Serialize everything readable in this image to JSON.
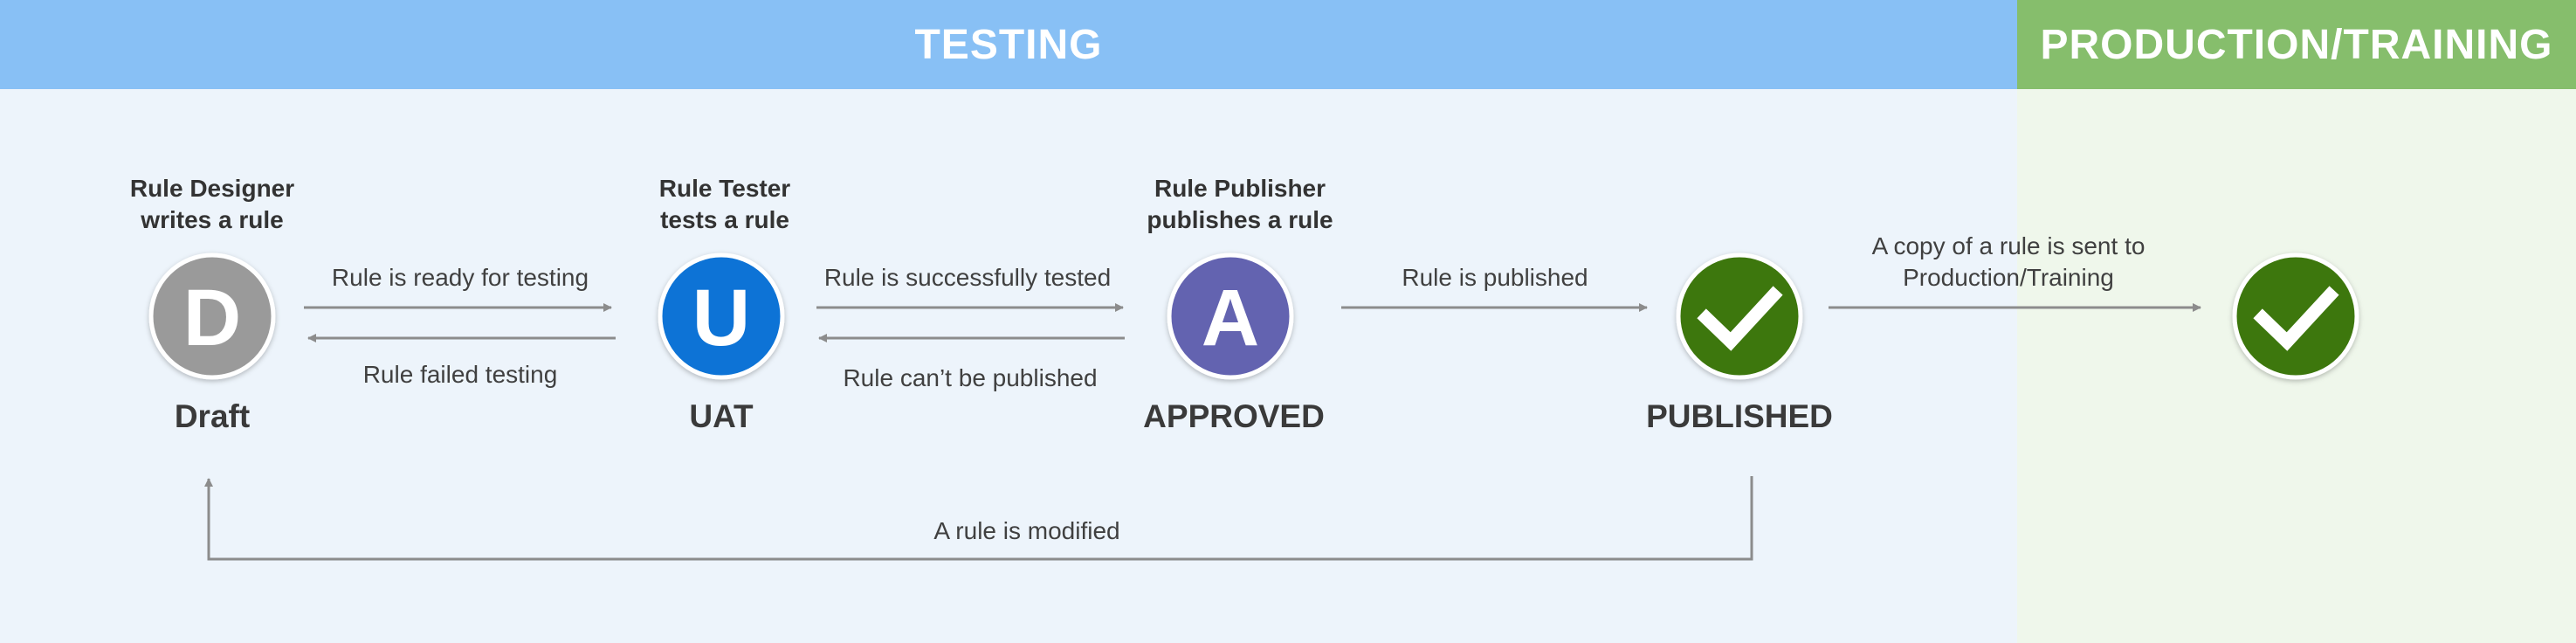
{
  "zones": {
    "testing_title": "TESTING",
    "production_title": "PRODUCTION/TRAINING",
    "testing_color": "#88c0f5",
    "production_color": "#86be6c"
  },
  "stages": [
    {
      "id": "draft",
      "letter": "D",
      "role_line1": "Rule Designer",
      "role_line2": "writes a rule",
      "state": "Draft",
      "color": "#9a9a9a"
    },
    {
      "id": "uat",
      "letter": "U",
      "role_line1": "Rule Tester",
      "role_line2": "tests a rule",
      "state": "UAT",
      "color": "#0a73d6"
    },
    {
      "id": "approved",
      "letter": "A",
      "role_line1": "Rule Publisher",
      "role_line2": "publishes a rule",
      "state": "APPROVED",
      "color": "#6363b0"
    },
    {
      "id": "published",
      "icon": "checkmark-icon",
      "state": "PUBLISHED",
      "color": "#3e770e"
    },
    {
      "id": "production",
      "icon": "checkmark-icon",
      "color": "#3e770e"
    }
  ],
  "transitions": {
    "draft_to_uat": "Rule is ready for testing",
    "uat_to_draft": "Rule failed testing",
    "uat_to_approved": "Rule is successfully tested",
    "approved_to_uat": "Rule can’t be published",
    "approved_to_published": "Rule is published",
    "published_to_production_line1": "A copy of a rule is sent to",
    "published_to_production_line2": "Production/Training",
    "published_to_draft": "A rule is modified"
  }
}
